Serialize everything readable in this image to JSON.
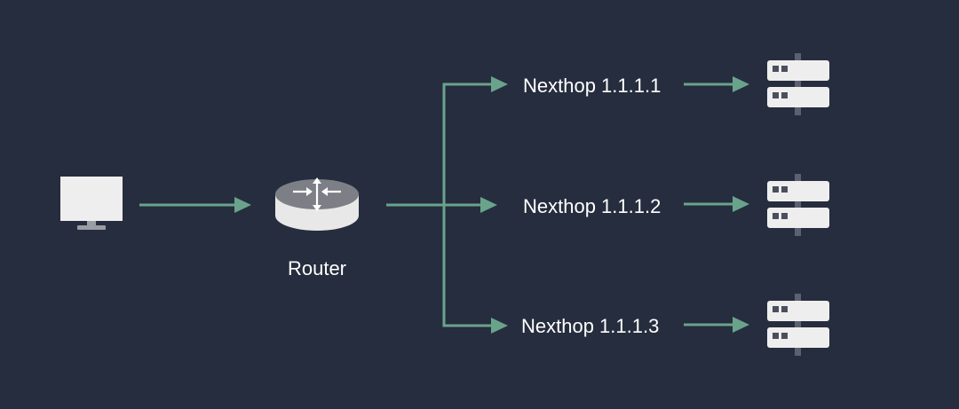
{
  "colors": {
    "background": "#262d3e",
    "connector": "#6aa38b",
    "device": "#eeeeee",
    "router_top": "#7c7f85",
    "text": "#ffffff"
  },
  "icons": {
    "client": "monitor-icon",
    "router": "router-icon",
    "server": "server-icon"
  },
  "router": {
    "label": "Router"
  },
  "nexthops": [
    {
      "label": "Nexthop 1.1.1.1"
    },
    {
      "label": "Nexthop 1.1.1.2"
    },
    {
      "label": "Nexthop 1.1.1.3"
    }
  ]
}
